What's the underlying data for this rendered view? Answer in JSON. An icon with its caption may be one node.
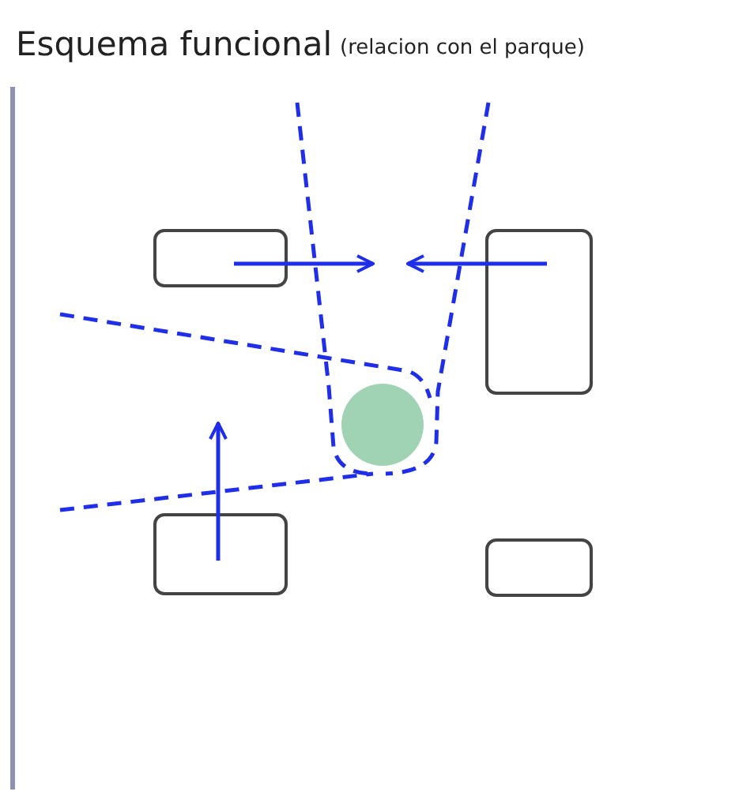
{
  "diagram": {
    "title": "Esquema funcional",
    "nodes": [
      {
        "text": [],
        "shape": "box"
      },
      {
        "text": [],
        "shape": "box"
      },
      {
        "text": [],
        "shape": "circle"
      },
      {
        "text": [],
        "shape": "box"
      },
      {
        "text": [],
        "shape": "box"
      }
    ],
    "edges": [
      {
        "from": 0,
        "to": null,
        "arrow": "to"
      },
      {
        "from": 1,
        "to": null,
        "arrow": "to"
      },
      {
        "from": 3,
        "to": null,
        "arrow": "to"
      }
    ],
    "labels": [
      "(relacion con el parque)"
    ]
  }
}
